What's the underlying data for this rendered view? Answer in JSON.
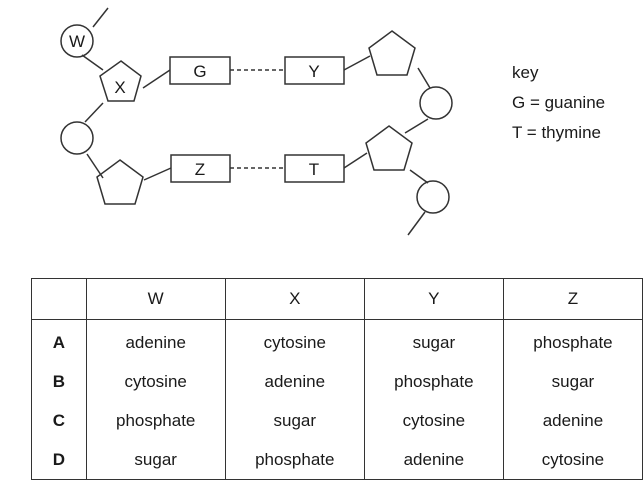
{
  "diagram": {
    "labels": {
      "w": "W",
      "x": "X",
      "g": "G",
      "y": "Y",
      "z": "Z",
      "t": "T"
    }
  },
  "key": {
    "title": "key",
    "entries": [
      "G = guanine",
      "T = thymine"
    ]
  },
  "table": {
    "columns": [
      "",
      "W",
      "X",
      "Y",
      "Z"
    ],
    "rows": [
      {
        "label": "A",
        "cells": [
          "adenine",
          "cytosine",
          "sugar",
          "phosphate"
        ]
      },
      {
        "label": "B",
        "cells": [
          "cytosine",
          "adenine",
          "phosphate",
          "sugar"
        ]
      },
      {
        "label": "C",
        "cells": [
          "phosphate",
          "sugar",
          "cytosine",
          "adenine"
        ]
      },
      {
        "label": "D",
        "cells": [
          "sugar",
          "phosphate",
          "adenine",
          "cytosine"
        ]
      }
    ]
  }
}
